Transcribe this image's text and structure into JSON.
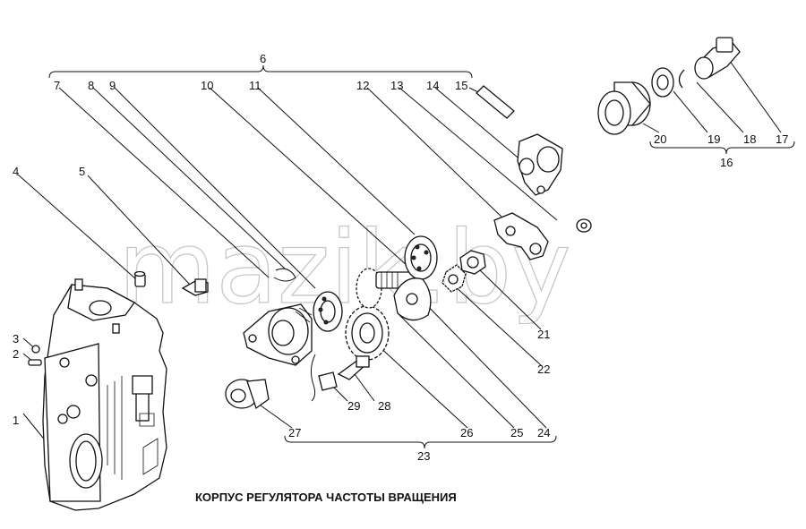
{
  "caption": "КОРПУС РЕГУЛЯТОРА ЧАСТОТЫ ВРАЩЕНИЯ",
  "watermark": "mazik.by",
  "labels": [
    "1",
    "2",
    "3",
    "4",
    "5",
    "6",
    "7",
    "8",
    "9",
    "10",
    "11",
    "12",
    "13",
    "14",
    "15",
    "16",
    "17",
    "18",
    "19",
    "20",
    "21",
    "22",
    "23",
    "24",
    "25",
    "26",
    "27",
    "28",
    "29"
  ]
}
